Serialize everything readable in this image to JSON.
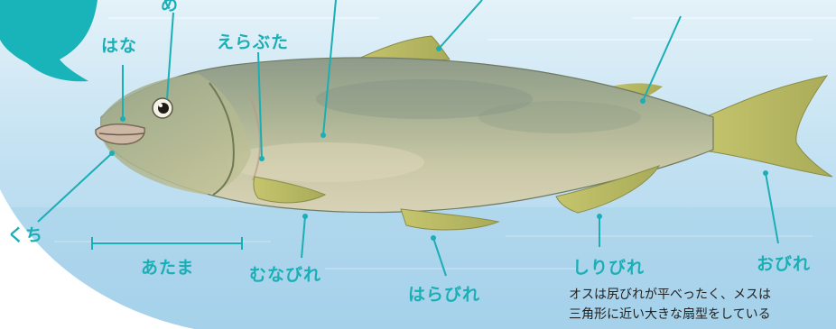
{
  "colors": {
    "accent": "#1aaeb5",
    "bubble": "#19b4b9",
    "water_light": "#dff0f8",
    "water_mid": "#b9dcef",
    "fish_body": "#b9bd9c",
    "fish_back": "#8e9a88",
    "fin": "#b8b860"
  },
  "labels": {
    "me": "め",
    "hana": "はな",
    "erabuta": "えらぶた",
    "kuchi": "くち",
    "atama": "あたま",
    "munabire": "むなびれ",
    "harabire": "はらびれ",
    "shiribire": "しりびれ",
    "obire": "おびれ"
  },
  "note": {
    "line1": "オスは尻びれが平べったく、メスは",
    "line2": "三角形に近い大きな扇型をしている"
  }
}
